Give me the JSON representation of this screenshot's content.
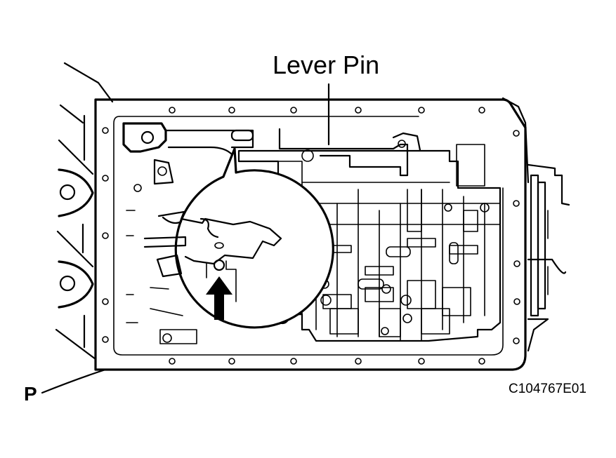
{
  "callout": {
    "lever_pin": "Lever Pin"
  },
  "view_marker": "P",
  "figure_id": "C104767E01",
  "icons": {
    "arrow": "up-arrow-icon"
  }
}
